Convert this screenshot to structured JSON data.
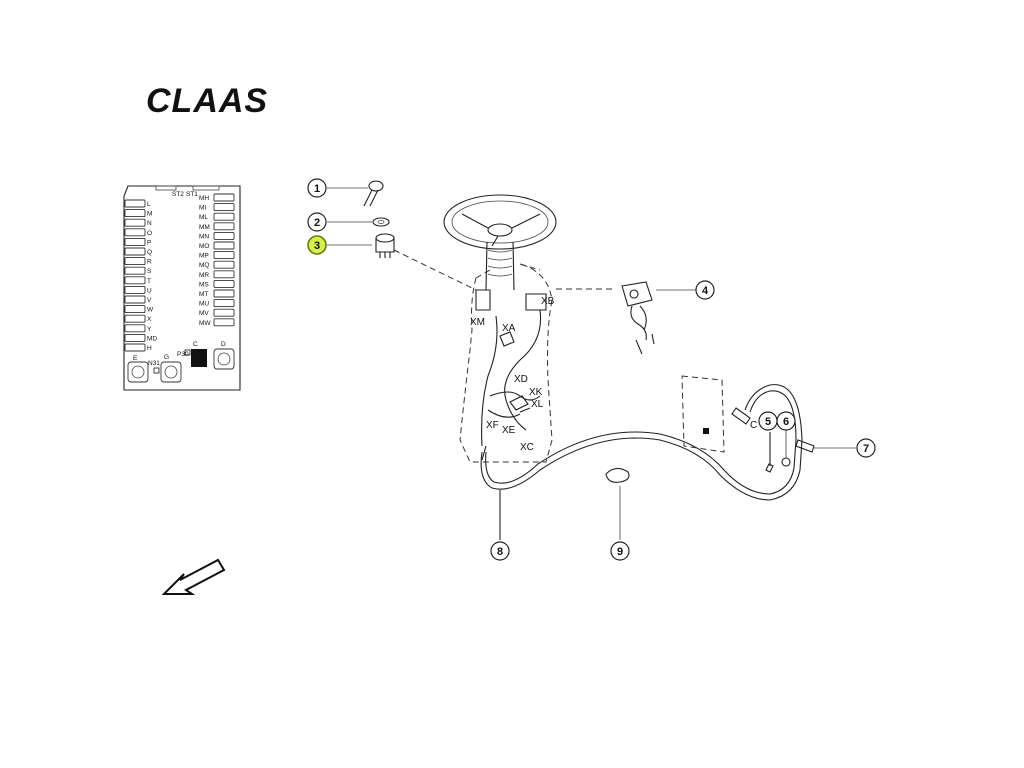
{
  "brand": {
    "logo_text": "CLAAS"
  },
  "fuse_box": {
    "top_labels": [
      "ST2",
      "ST1"
    ],
    "left_labels": [
      "L",
      "M",
      "N",
      "O",
      "P",
      "Q",
      "R",
      "S",
      "T",
      "U",
      "V",
      "W",
      "X",
      "Y",
      "MD",
      "H"
    ],
    "right_labels": [
      "MH",
      "MI",
      "ML",
      "MM",
      "MN",
      "MO",
      "MP",
      "MQ",
      "MR",
      "MS",
      "MT",
      "MU",
      "MV",
      "MW"
    ],
    "bottom_labels": {
      "e": "E",
      "n31": "N31",
      "g": "G",
      "p30": "P30",
      "c": "C",
      "d": "D"
    }
  },
  "callouts": [
    {
      "id": "1",
      "label": "1",
      "active": false
    },
    {
      "id": "2",
      "label": "2",
      "active": false
    },
    {
      "id": "3",
      "label": "3",
      "active": true
    },
    {
      "id": "4",
      "label": "4",
      "active": false
    },
    {
      "id": "5",
      "label": "5",
      "active": false
    },
    {
      "id": "6",
      "label": "6",
      "active": false
    },
    {
      "id": "7",
      "label": "7",
      "active": false
    },
    {
      "id": "8",
      "label": "8",
      "active": false
    },
    {
      "id": "9",
      "label": "9",
      "active": false
    }
  ],
  "connectors": {
    "xb": "XB",
    "xm": "XM",
    "xa": "XA",
    "xd": "XD",
    "xk": "XK",
    "xl": "XL",
    "xf": "XF",
    "xe": "XE",
    "xc": "XC",
    "c": "C"
  },
  "colors": {
    "highlight": "#d4f04a",
    "line": "#222222"
  }
}
